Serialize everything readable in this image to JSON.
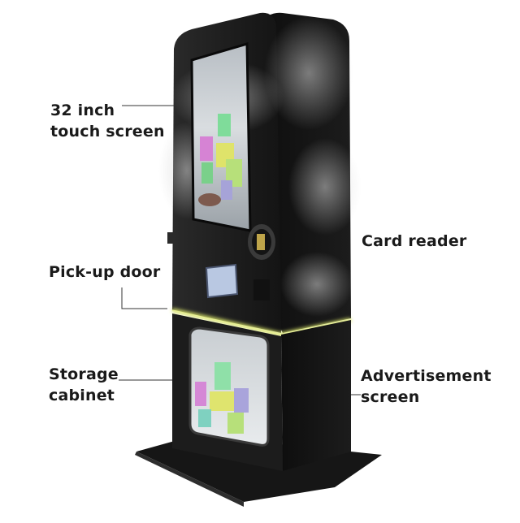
{
  "labels": {
    "touch_screen": [
      "32 inch",
      "touch screen"
    ],
    "pick_up_door": [
      "Pick-up door"
    ],
    "storage_cabinet": [
      "Storage",
      "cabinet"
    ],
    "card_reader": [
      "Card reader"
    ],
    "advertisement_screen": [
      "Advertisement",
      "screen"
    ]
  },
  "colors": {
    "cabinet_body": "#1b1b1b",
    "cabinet_side": "#0d0d0d",
    "screen_glow": "#cfd6dd",
    "led_strip": "#d7e26a",
    "base_plate": "#151515",
    "text": "#1a1a1a"
  }
}
